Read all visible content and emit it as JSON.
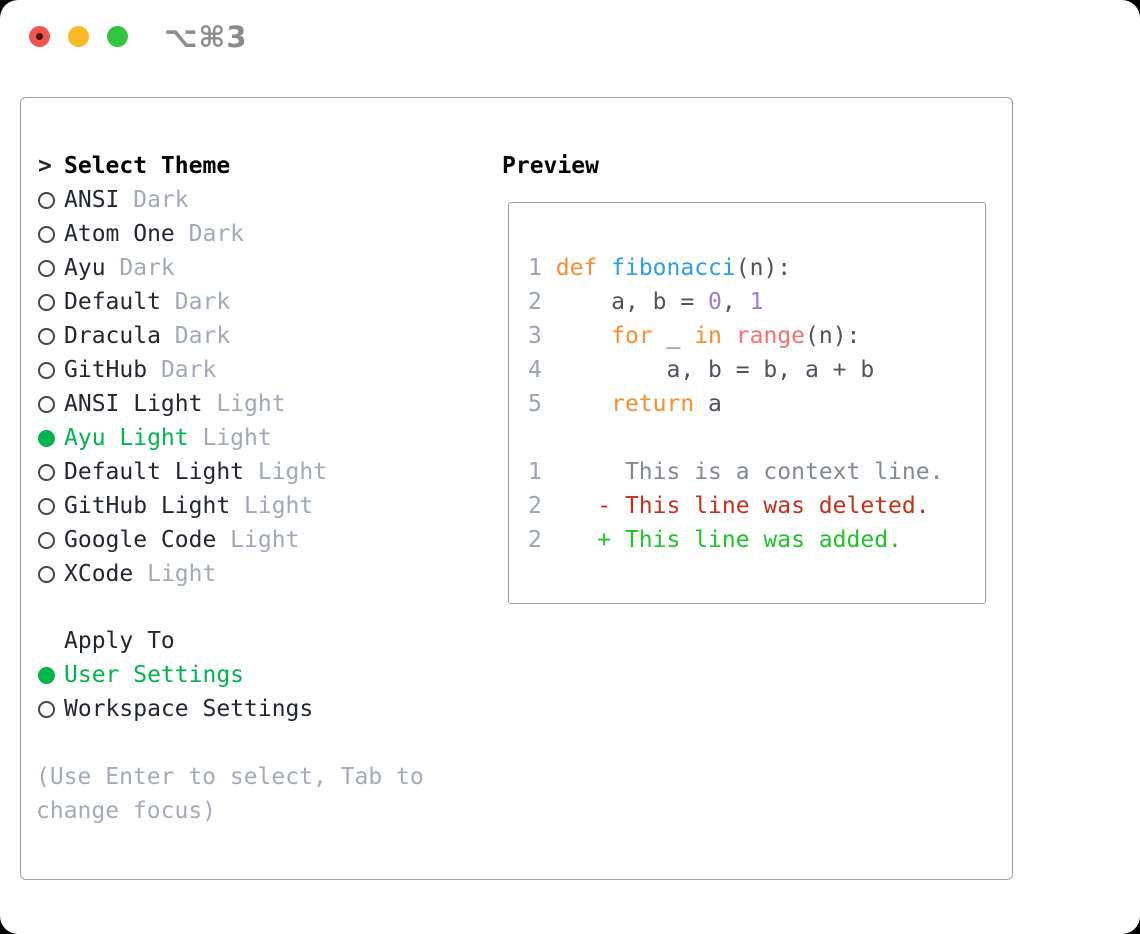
{
  "titlebar": {
    "shortcut": "⌥⌘3"
  },
  "left": {
    "header_prompt": ">",
    "header_label": "Select Theme",
    "themes": [
      {
        "name": "ANSI",
        "variant": "Dark",
        "selected": false
      },
      {
        "name": "Atom One",
        "variant": "Dark",
        "selected": false
      },
      {
        "name": "Ayu",
        "variant": "Dark",
        "selected": false
      },
      {
        "name": "Default",
        "variant": "Dark",
        "selected": false
      },
      {
        "name": "Dracula",
        "variant": "Dark",
        "selected": false
      },
      {
        "name": "GitHub",
        "variant": "Dark",
        "selected": false
      },
      {
        "name": "ANSI Light",
        "variant": "Light",
        "selected": false
      },
      {
        "name": "Ayu Light",
        "variant": "Light",
        "selected": true
      },
      {
        "name": "Default Light",
        "variant": "Light",
        "selected": false
      },
      {
        "name": "GitHub Light",
        "variant": "Light",
        "selected": false
      },
      {
        "name": "Google Code",
        "variant": "Light",
        "selected": false
      },
      {
        "name": "XCode",
        "variant": "Light",
        "selected": false
      }
    ],
    "apply_label": "Apply To",
    "apply_options": [
      {
        "name": "User Settings",
        "selected": true
      },
      {
        "name": "Workspace Settings",
        "selected": false
      }
    ],
    "hint_lines": [
      "(Use Enter to select, Tab to",
      "change focus)"
    ]
  },
  "preview": {
    "label": "Preview",
    "lines": [
      {
        "parts": [
          [
            "1",
            "ln"
          ],
          [
            " ",
            ""
          ],
          [
            "def",
            "kw"
          ],
          [
            " ",
            ""
          ],
          [
            "fibonacci",
            "fn"
          ],
          [
            "(n):",
            "code"
          ]
        ]
      },
      {
        "parts": [
          [
            "2",
            "ln"
          ],
          [
            "     ",
            ""
          ],
          [
            "a, b = ",
            "code"
          ],
          [
            "0",
            "num"
          ],
          [
            ", ",
            "code"
          ],
          [
            "1",
            "num"
          ]
        ]
      },
      {
        "parts": [
          [
            "3",
            "ln"
          ],
          [
            "     ",
            ""
          ],
          [
            "for",
            "kw"
          ],
          [
            " _ ",
            "code"
          ],
          [
            "in",
            "kw"
          ],
          [
            " ",
            ""
          ],
          [
            "range",
            "bi"
          ],
          [
            "(n):",
            "code"
          ]
        ]
      },
      {
        "parts": [
          [
            "4",
            "ln"
          ],
          [
            "         ",
            ""
          ],
          [
            "a, b = b, a + b",
            "code"
          ]
        ]
      },
      {
        "parts": [
          [
            "5",
            "ln"
          ],
          [
            "     ",
            ""
          ],
          [
            "return",
            "kw"
          ],
          [
            " a",
            "code"
          ]
        ]
      },
      {
        "parts": []
      },
      {
        "parts": [
          [
            "1",
            "ln"
          ],
          [
            "      ",
            ""
          ],
          [
            "This is a context line.",
            "ctx"
          ]
        ]
      },
      {
        "parts": [
          [
            "2",
            "ln"
          ],
          [
            "    ",
            ""
          ],
          [
            "- This line was deleted.",
            "del"
          ]
        ]
      },
      {
        "parts": [
          [
            "2",
            "ln"
          ],
          [
            "    ",
            ""
          ],
          [
            "+ This line was added.",
            "add"
          ]
        ]
      }
    ]
  },
  "colors": {
    "accent_green": "#00B44E",
    "label_dark": "#23272E",
    "muted": "#A1A9B6",
    "hint": "#A4ABB6",
    "border": "#9AA2AD",
    "radio_ring": "#41474F",
    "ln": "#9AA3AF",
    "code": "#4E545B",
    "kw": "#FA8C2E",
    "fn": "#2A9EE8",
    "num": "#A37ACC",
    "bi": "#F57070",
    "ctx": "#83898F",
    "del": "#C3311C",
    "add": "#21C32A",
    "traffic_red": "#F2544E",
    "traffic_red_dot": "#4A100E",
    "traffic_yellow": "#F9B826",
    "traffic_green": "#30C53C",
    "titlebar_text": "#8B8B8D"
  }
}
